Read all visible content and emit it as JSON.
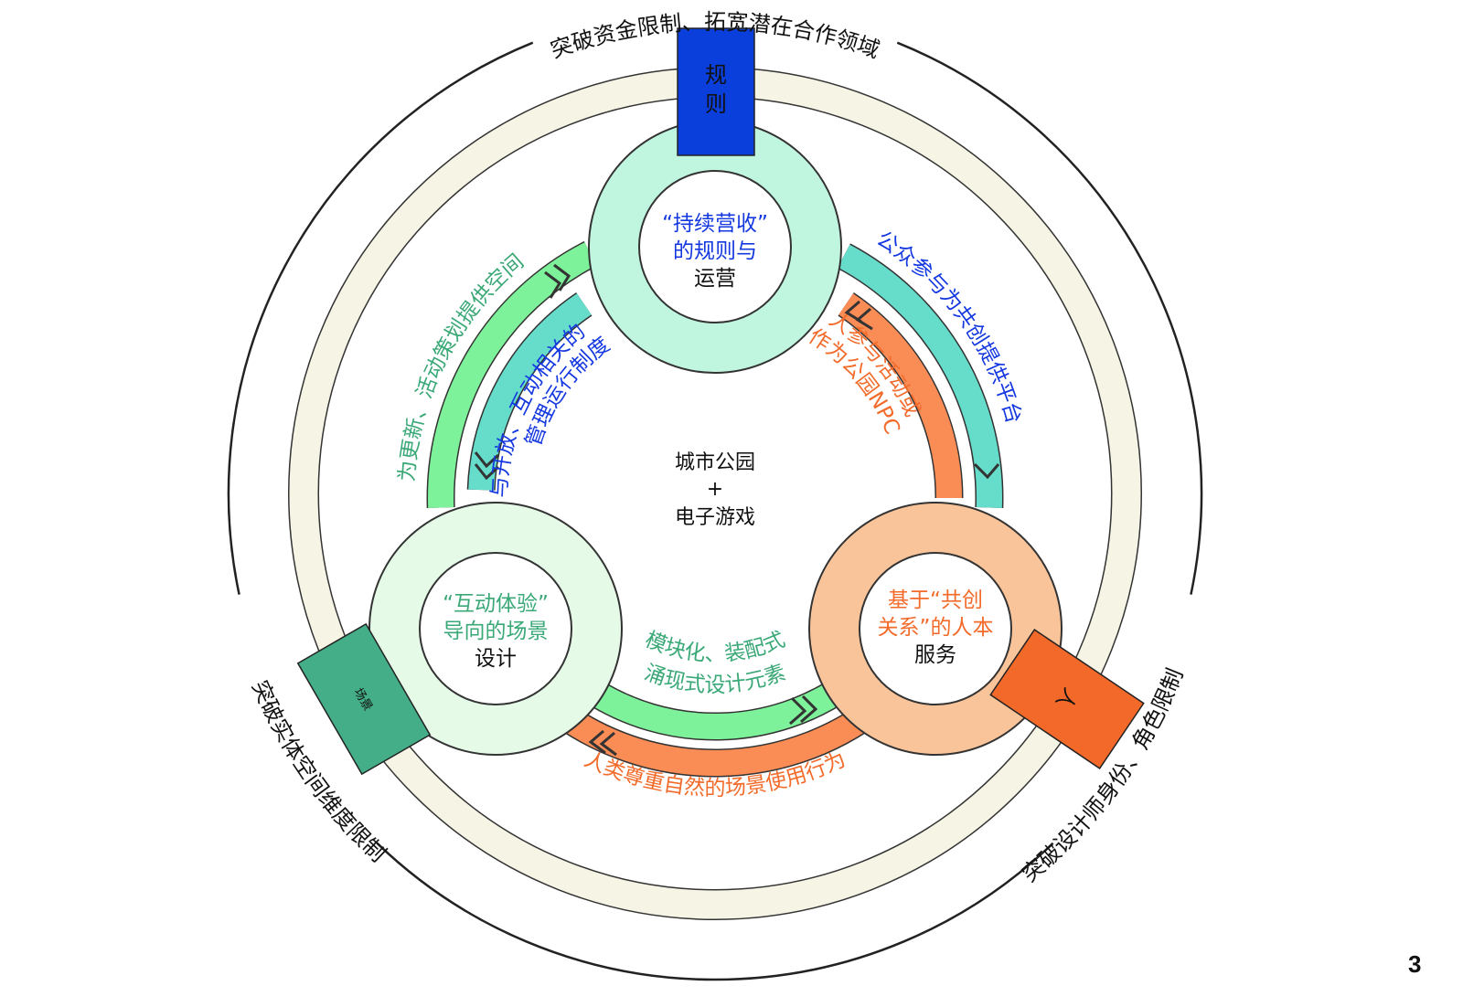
{
  "outer_labels": {
    "top": "突破资金限制、拓宽潜在合作领域",
    "left": "突破实体空间维度限制",
    "right": "突破设计师身份、角色限制"
  },
  "boxes": {
    "rules": "规则",
    "rules_line1": "规",
    "rules_line2": "则",
    "scene": "场景",
    "people": "人"
  },
  "circles": {
    "top": {
      "line1": "“持续营收”",
      "line2": "的规则与",
      "line3": "运营"
    },
    "left": {
      "line1": "“互动体验”",
      "line2": "导向的场景",
      "line3": "设计"
    },
    "right": {
      "line1": "基于“共创",
      "line2": "关系”的人本",
      "line3": "服务"
    }
  },
  "center": {
    "line1": "城市公园",
    "line2": "+",
    "line3": "电子游戏"
  },
  "arc_labels": {
    "left_outer": "为更新、活动策划提供空间",
    "left_inner_1": "与开放、互动相关的",
    "left_inner_2": "管理运行制度",
    "right_outer": "公众参与为共创提供平台",
    "right_inner_1": "人参与活动或",
    "right_inner_2": "作为公园NPC",
    "bottom_inner_1": "模块化、装配式",
    "bottom_inner_2": "涌现式设计元素",
    "bottom_outer": "人类尊重自然的场景使用行为"
  },
  "page_number": "3",
  "colors": {
    "blue": "#1438e0",
    "green_text": "#3aa877",
    "orange": "#f26b2a",
    "green_band": "#7ef29a",
    "teal_band": "#66dccb",
    "orange_band": "#fa8c55",
    "cream": "#f6f4e4"
  }
}
